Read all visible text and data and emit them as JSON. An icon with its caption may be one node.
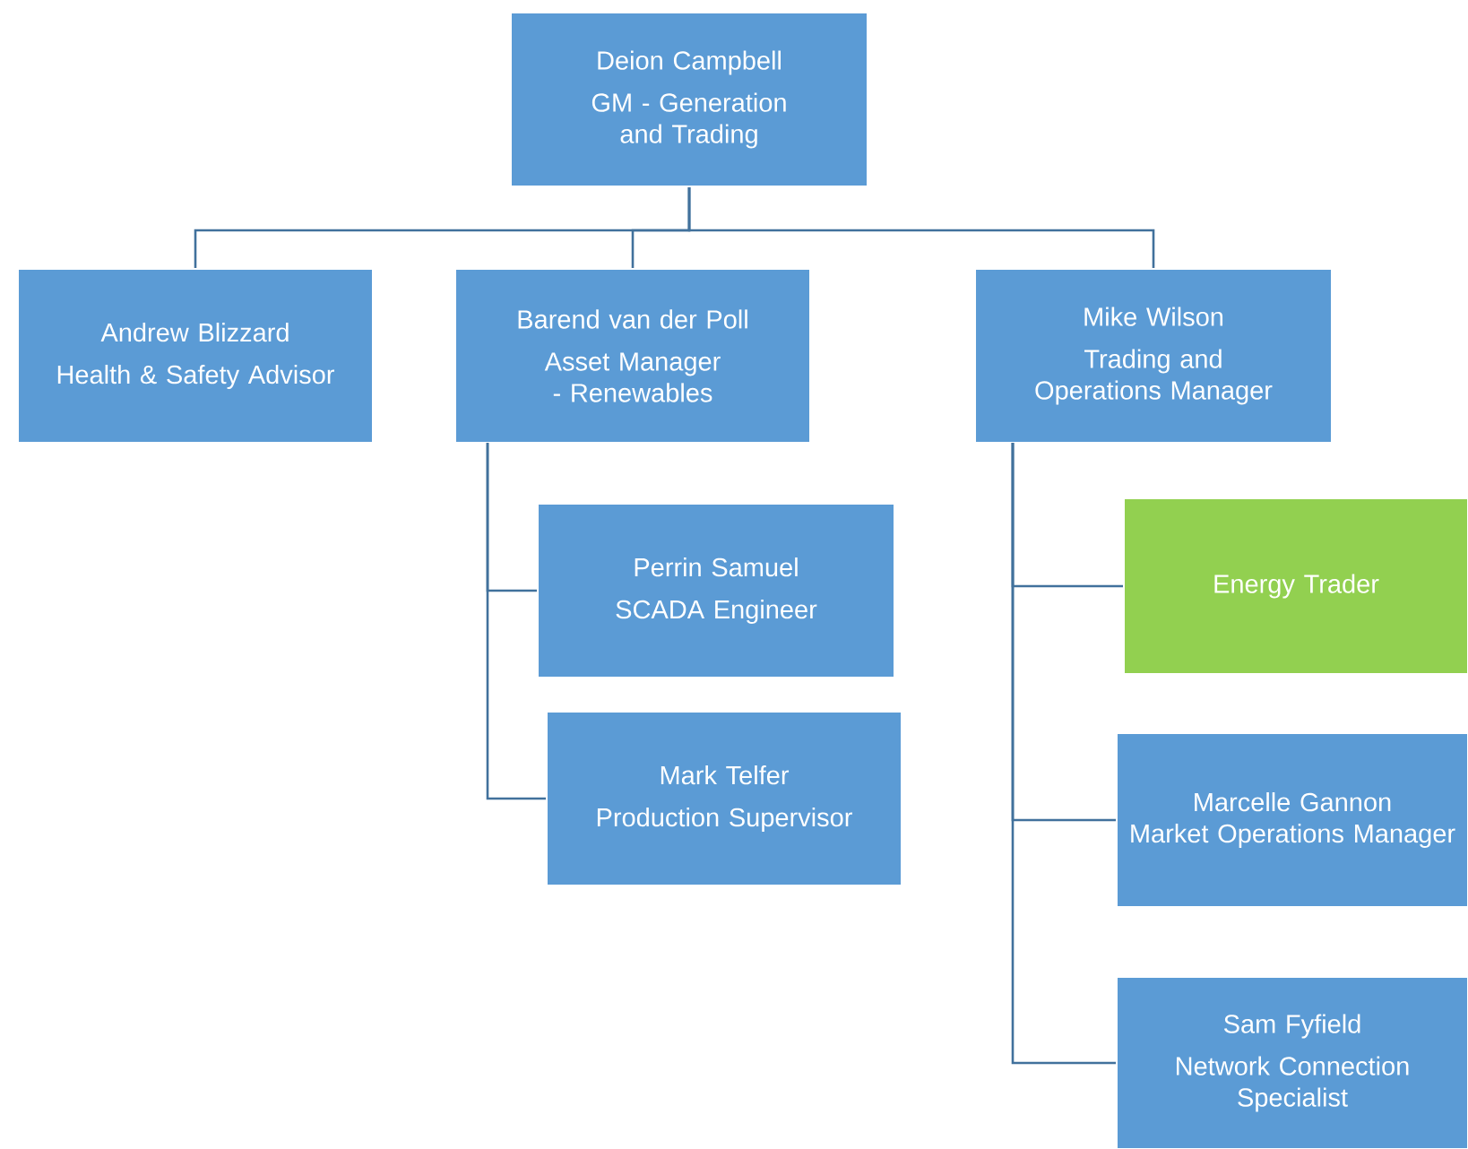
{
  "diagram": {
    "nodes": [
      {
        "text": [
          "Deion Campbell",
          "GM - Generation and Trading"
        ]
      },
      {
        "text": [
          "Andrew Blizzard",
          "Health & Safety Advisor"
        ]
      },
      {
        "text": [
          "Barend van der Poll",
          "Asset Manager - Renewables"
        ]
      },
      {
        "text": [
          "Mike Wilson",
          "Trading and Operations Manager"
        ]
      },
      {
        "text": [
          "Perrin Samuel",
          "SCADA Engineer"
        ]
      },
      {
        "text": [
          "Mark Telfer",
          "Production Supervisor"
        ]
      },
      {
        "text": [
          "Energy Trader"
        ]
      },
      {
        "text": [
          "Marcelle Gannon",
          "Market Operations Manager"
        ]
      },
      {
        "text": [
          "Sam Fyfield",
          "Network Connection Specialist"
        ]
      }
    ],
    "edges": [
      {
        "from": 0,
        "to": 1,
        "arrow": "none"
      },
      {
        "from": 0,
        "to": 2,
        "arrow": "none"
      },
      {
        "from": 0,
        "to": 3,
        "arrow": "none"
      },
      {
        "from": 2,
        "to": 4,
        "arrow": "none"
      },
      {
        "from": 2,
        "to": 5,
        "arrow": "none"
      },
      {
        "from": 3,
        "to": 6,
        "arrow": "none"
      },
      {
        "from": 3,
        "to": 7,
        "arrow": "none"
      },
      {
        "from": 3,
        "to": 8,
        "arrow": "none"
      }
    ]
  }
}
